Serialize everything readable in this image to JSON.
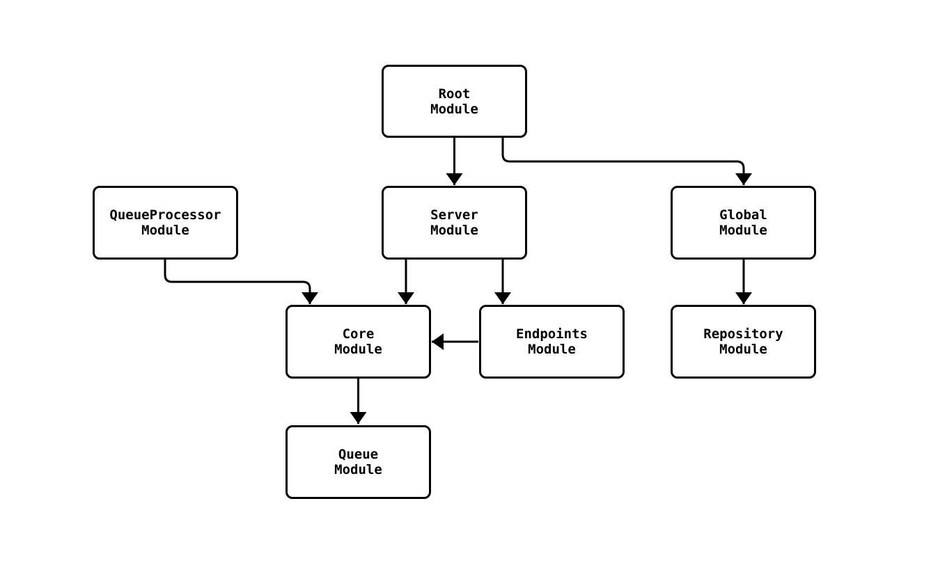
{
  "diagram": {
    "type": "flowchart",
    "direction": "top-down",
    "background_color": "#ffffff",
    "node_fill_color": "#ffffff",
    "stroke_color": "#000000",
    "nodes": [
      {
        "id": "root",
        "label": "Root\nModule"
      },
      {
        "id": "queueprocessor",
        "label": "QueueProcessor\nModule"
      },
      {
        "id": "server",
        "label": "Server\nModule"
      },
      {
        "id": "global",
        "label": "Global\nModule"
      },
      {
        "id": "core",
        "label": "Core\nModule"
      },
      {
        "id": "endpoints",
        "label": "Endpoints\nModule"
      },
      {
        "id": "repository",
        "label": "Repository\nModule"
      },
      {
        "id": "queue",
        "label": "Queue\nModule"
      }
    ],
    "edges": [
      {
        "from": "root",
        "to": "server"
      },
      {
        "from": "root",
        "to": "global"
      },
      {
        "from": "queueprocessor",
        "to": "core"
      },
      {
        "from": "server",
        "to": "core"
      },
      {
        "from": "server",
        "to": "endpoints"
      },
      {
        "from": "endpoints",
        "to": "core"
      },
      {
        "from": "global",
        "to": "repository"
      },
      {
        "from": "core",
        "to": "queue"
      }
    ]
  }
}
